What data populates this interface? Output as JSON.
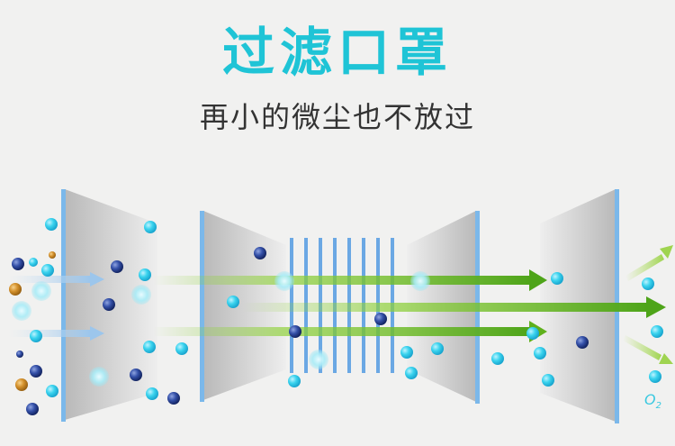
{
  "header": {
    "title": "过滤口罩",
    "subtitle": "再小的微尘也不放过"
  },
  "diagram": {
    "oxygen_label": "O",
    "oxygen_subscript": "2",
    "colors": {
      "title": "#1fc4d6",
      "filter_edge": "#7bb8ea",
      "panel": "#c9c9c9",
      "arrow_green": "#5fb01c",
      "particle_cyan": "#3ad3ee",
      "particle_dark": "#223a8c",
      "particle_orange": "#d4912c"
    },
    "icons": [
      "filter-panel",
      "fiber-mesh",
      "airflow-arrow",
      "dust-particle",
      "oxygen-label"
    ]
  }
}
